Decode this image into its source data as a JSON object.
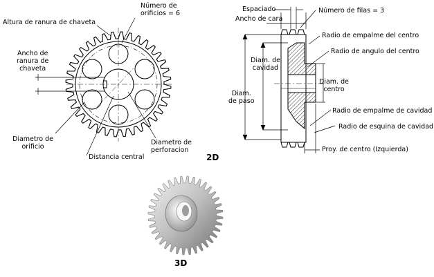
{
  "front_view": {
    "keyway_height": "Altura de ranura de chaveta",
    "hole_count": "Número de\norificios = 6",
    "keyway_width": "Ancho de\nranura de\nchaveta",
    "hole_diameter": "Diametro de\norificio",
    "bore_diameter": "Diametro de\nperforacion",
    "center_distance": "Distancia central"
  },
  "side_view": {
    "spacing": "Espaciado",
    "face_width": "Ancho de cara",
    "row_count": "Número de filas = 3",
    "hub_fillet_radius": "Radio de empalme del centro",
    "hub_angle_radius": "Radio de angulo del centro",
    "cavity_diameter": "Diam. de\ncavidad",
    "hub_diameter": "Diam. de\ncentro",
    "pitch_diameter": "Diam.\nde paso",
    "cavity_fillet_radius": "Radio de empalme de cavidad",
    "cavity_corner_radius": "Radio de esquina de cavidad",
    "hub_projection": "Proy. de centro (Izquierda)"
  },
  "labels": {
    "view_2d": "2D",
    "view_3d": "3D"
  }
}
